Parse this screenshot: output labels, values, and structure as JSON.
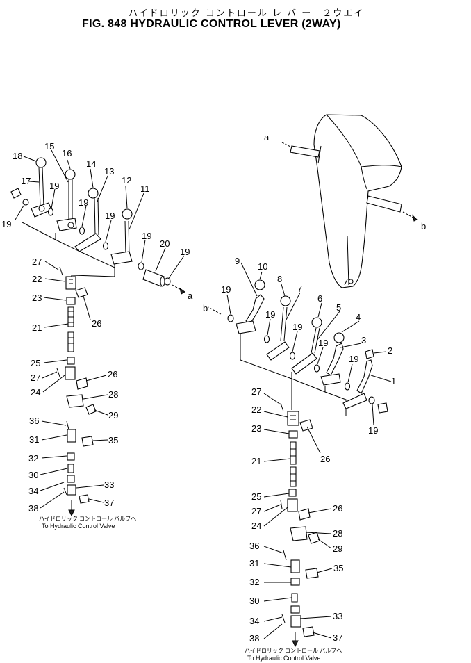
{
  "title": {
    "japanese": "ハイドロリック コントロール レ バ ー　２ウエイ",
    "english": "FIG. 848  HYDRAULIC CONTROL LEVER (2WAY)"
  },
  "arrow_labels": [
    "a",
    "b",
    "a",
    "b"
  ],
  "left_callouts": [
    "18",
    "15",
    "16",
    "14",
    "13",
    "17",
    "19",
    "19",
    "12",
    "11",
    "19",
    "19",
    "19",
    "20",
    "19",
    "27",
    "22",
    "23",
    "26",
    "21",
    "25",
    "27",
    "26",
    "24",
    "28",
    "29",
    "36",
    "31",
    "35",
    "32",
    "30",
    "34",
    "33",
    "38",
    "37"
  ],
  "right_callouts": [
    "9",
    "10",
    "8",
    "7",
    "6",
    "5",
    "4",
    "19",
    "19",
    "19",
    "3",
    "2",
    "19",
    "19",
    "1",
    "19",
    "27",
    "22",
    "23",
    "26",
    "21",
    "25",
    "27",
    "26",
    "24",
    "28",
    "29",
    "36",
    "31",
    "35",
    "32",
    "30",
    "34",
    "33",
    "38",
    "37"
  ],
  "captions": {
    "left_jp": "ハイドロリック コントロール バルブへ",
    "left_en": "To Hydraulic Control Valve",
    "right_jp": "ハイドロリック コントロール バルブへ",
    "right_en": "To Hydraulic Control Valve"
  }
}
